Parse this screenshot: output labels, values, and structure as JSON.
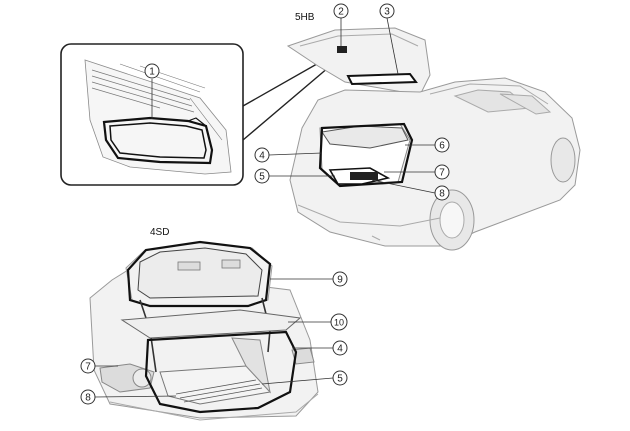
{
  "variants": {
    "hatchback_label": "5HB",
    "sedan_label": "4SD"
  },
  "callouts": {
    "detail_1": "1",
    "hb_2": "2",
    "hb_3": "3",
    "hb_4": "4",
    "hb_5": "5",
    "hb_6": "6",
    "hb_7": "7",
    "hb_8": "8",
    "sd_9": "9",
    "sd_10": "10",
    "sd_4": "4",
    "sd_5": "5",
    "sd_7": "7",
    "sd_8": "8"
  }
}
